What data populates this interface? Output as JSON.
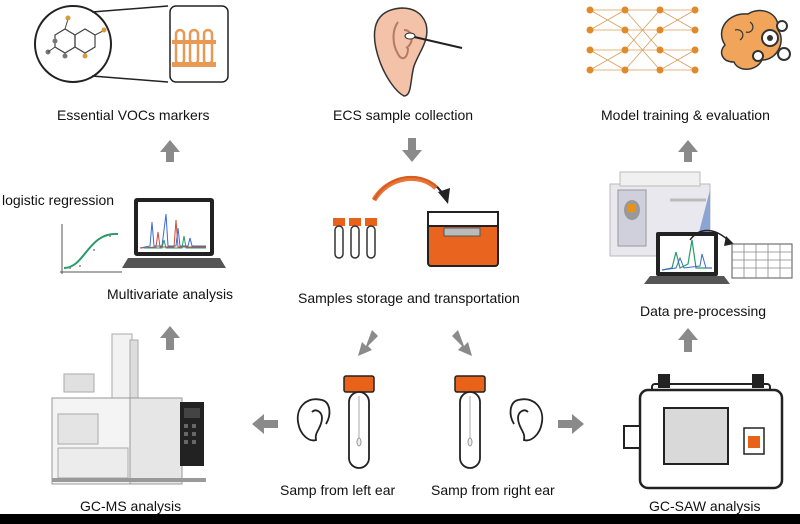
{
  "labels": {
    "vocs": "Essential VOCs markers",
    "ecs": "ECS sample collection",
    "model": "Model training & evaluation",
    "logistic": "logistic regression",
    "multivariate": "Multivariate analysis",
    "storage": "Samples storage and transportation",
    "preprocessing": "Data pre-processing",
    "gcms": "GC-MS analysis",
    "left_ear": "Samp from left ear",
    "right_ear": "Samp from right ear",
    "gcsaw": "GC-SAW analysis"
  },
  "colors": {
    "arrow": "#8a8a8a",
    "cap_orange": "#e8621a",
    "box_orange": "#e8641f",
    "tube_accent": "#e89a55",
    "device_outline": "#222222"
  }
}
